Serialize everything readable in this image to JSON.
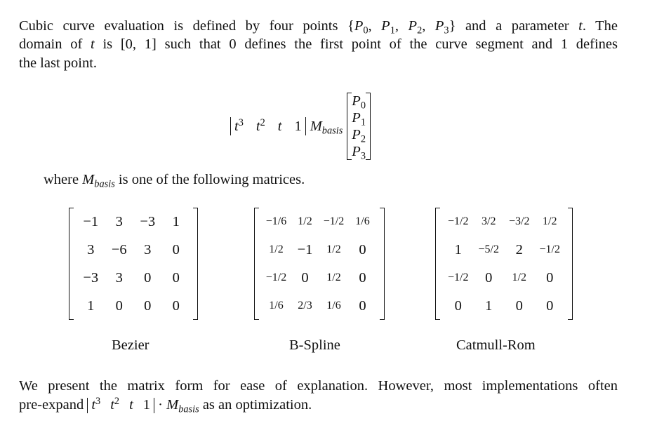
{
  "intro": {
    "l1a": "Cubic curve evaluation is defined by four points {",
    "l1b": "} and a parameter ",
    "l1c": ". The",
    "l2a": "domain of ",
    "l2b": " is [0, 1] such that 0 defines the first point of the curve segment and 1 defines",
    "l3": "the last point.",
    "t": "t",
    "P": "P",
    "subs": [
      "0",
      "1",
      "2",
      "3"
    ]
  },
  "equation": {
    "row": [
      "t",
      "t",
      "t",
      "1"
    ],
    "powers": [
      "3",
      "2"
    ],
    "M": "M",
    "basis": "basis",
    "column": [
      "P",
      "P",
      "P",
      "P"
    ]
  },
  "where_text": {
    "a": "where ",
    "b": " is one of the following matrices."
  },
  "matrices": [
    {
      "label": "Bezier",
      "entries": [
        [
          "−1",
          "3",
          "−3",
          "1"
        ],
        [
          "3",
          "−6",
          "3",
          "0"
        ],
        [
          "−3",
          "3",
          "0",
          "0"
        ],
        [
          "1",
          "0",
          "0",
          "0"
        ]
      ]
    },
    {
      "label": "B-Spline",
      "entries": [
        [
          "−1/6",
          "1/2",
          "−1/2",
          "1/6"
        ],
        [
          "1/2",
          "−1",
          "1/2",
          "0"
        ],
        [
          "−1/2",
          "0",
          "1/2",
          "0"
        ],
        [
          "1/6",
          "2/3",
          "1/6",
          "0"
        ]
      ]
    },
    {
      "label": "Catmull-Rom",
      "entries": [
        [
          "−1/2",
          "3/2",
          "−3/2",
          "1/2"
        ],
        [
          "1",
          "−5/2",
          "2",
          "−1/2"
        ],
        [
          "−1/2",
          "0",
          "1/2",
          "0"
        ],
        [
          "0",
          "1",
          "0",
          "0"
        ]
      ]
    }
  ],
  "outro": {
    "l1": "We present the matrix form for ease of explanation. However, most implementations often",
    "l2a": "pre-expand ",
    "dot": "·",
    "l2b": " as an optimization."
  }
}
